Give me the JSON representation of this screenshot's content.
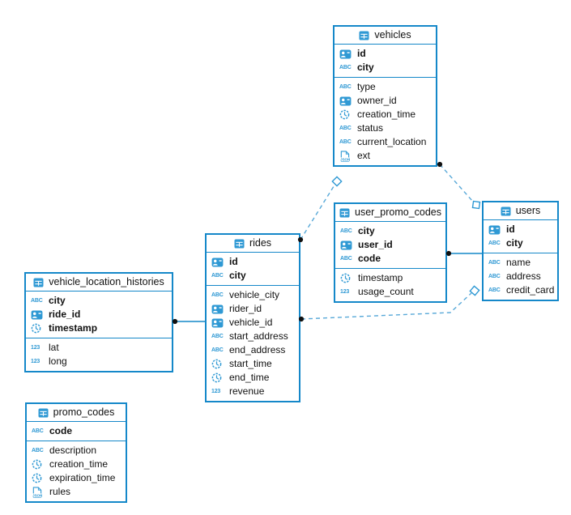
{
  "diagram": {
    "tables": [
      {
        "name": "vehicles",
        "columns": [
          {
            "name": "id",
            "type": "id",
            "pk": true
          },
          {
            "name": "city",
            "type": "text",
            "pk": true
          },
          {
            "name": "type",
            "type": "text",
            "pk": false
          },
          {
            "name": "owner_id",
            "type": "id",
            "pk": false
          },
          {
            "name": "creation_time",
            "type": "time",
            "pk": false
          },
          {
            "name": "status",
            "type": "text",
            "pk": false
          },
          {
            "name": "current_location",
            "type": "text",
            "pk": false
          },
          {
            "name": "ext",
            "type": "json",
            "pk": false
          }
        ]
      },
      {
        "name": "user_promo_codes",
        "columns": [
          {
            "name": "city",
            "type": "text",
            "pk": true
          },
          {
            "name": "user_id",
            "type": "id",
            "pk": true
          },
          {
            "name": "code",
            "type": "text",
            "pk": true
          },
          {
            "name": "timestamp",
            "type": "time",
            "pk": false
          },
          {
            "name": "usage_count",
            "type": "number",
            "pk": false
          }
        ]
      },
      {
        "name": "users",
        "columns": [
          {
            "name": "id",
            "type": "id",
            "pk": true
          },
          {
            "name": "city",
            "type": "text",
            "pk": true
          },
          {
            "name": "name",
            "type": "text",
            "pk": false
          },
          {
            "name": "address",
            "type": "text",
            "pk": false
          },
          {
            "name": "credit_card",
            "type": "text",
            "pk": false
          }
        ]
      },
      {
        "name": "rides",
        "columns": [
          {
            "name": "id",
            "type": "id",
            "pk": true
          },
          {
            "name": "city",
            "type": "text",
            "pk": true
          },
          {
            "name": "vehicle_city",
            "type": "text",
            "pk": false
          },
          {
            "name": "rider_id",
            "type": "id",
            "pk": false
          },
          {
            "name": "vehicle_id",
            "type": "id",
            "pk": false
          },
          {
            "name": "start_address",
            "type": "text",
            "pk": false
          },
          {
            "name": "end_address",
            "type": "text",
            "pk": false
          },
          {
            "name": "start_time",
            "type": "time",
            "pk": false
          },
          {
            "name": "end_time",
            "type": "time",
            "pk": false
          },
          {
            "name": "revenue",
            "type": "number",
            "pk": false
          }
        ]
      },
      {
        "name": "vehicle_location_histories",
        "columns": [
          {
            "name": "city",
            "type": "text",
            "pk": true
          },
          {
            "name": "ride_id",
            "type": "id",
            "pk": true
          },
          {
            "name": "timestamp",
            "type": "time",
            "pk": true
          },
          {
            "name": "lat",
            "type": "number",
            "pk": false
          },
          {
            "name": "long",
            "type": "number",
            "pk": false
          }
        ]
      },
      {
        "name": "promo_codes",
        "columns": [
          {
            "name": "code",
            "type": "text",
            "pk": true
          },
          {
            "name": "description",
            "type": "text",
            "pk": false
          },
          {
            "name": "creation_time",
            "type": "time",
            "pk": false
          },
          {
            "name": "expiration_time",
            "type": "time",
            "pk": false
          },
          {
            "name": "rules",
            "type": "json",
            "pk": false
          }
        ]
      }
    ],
    "relationships": [
      {
        "from": "rides",
        "to": "vehicles"
      },
      {
        "from": "vehicles",
        "to": "users"
      },
      {
        "from": "rides",
        "to": "users"
      },
      {
        "from": "user_promo_codes",
        "to": "users"
      },
      {
        "from": "vehicle_location_histories",
        "to": "rides"
      }
    ],
    "colors": {
      "table_border": "#1588c9",
      "icon_blue": "#2f99d4",
      "relationship_line": "#57a8d8",
      "endpoint_dot": "#101010",
      "background": "#ffffff"
    }
  }
}
